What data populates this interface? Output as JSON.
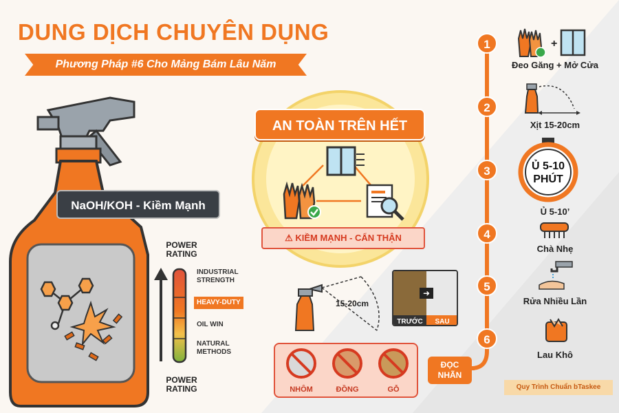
{
  "title": "DUNG DỊCH CHUYÊN DỤNG",
  "subtitle": "Phương Pháp #6 Cho Mảng Bám Lâu Năm",
  "product": {
    "chemical_label": "NaOH/KOH - Kiềm Mạnh",
    "colors": {
      "bottle": "#f07722",
      "label": "#c9c9c9",
      "nozzle": "#9aa3ab"
    }
  },
  "power_rating": {
    "top_title": "POWER RATING",
    "bottom_title": "POWER RATING",
    "levels": [
      "INDUSTRIAL STRENGTH",
      "HEAVY-DUTY",
      "OIL WIN",
      "NATURAL METHODS"
    ],
    "highlighted": "HEAVY-DUTY"
  },
  "safety": {
    "title": "AN TOÀN TRÊN HẾT",
    "warning": "KIỀM MẠNH - CẨN THẬN",
    "icons": [
      "window-icon",
      "gloves-icon",
      "document-search-icon"
    ]
  },
  "spray": {
    "distance_label": "15-20cm"
  },
  "before_after": {
    "before": "TRƯỚC",
    "after": "SAU"
  },
  "materials": {
    "items": [
      "NHÔM",
      "ĐỒNG",
      "GỖ"
    ],
    "tag": "ĐỌC NHÃN"
  },
  "steps": [
    {
      "number": "1",
      "label": "Đeo Găng + Mở Cửa",
      "icon": "gloves-window-icon"
    },
    {
      "number": "2",
      "label": "Xịt 15-20cm",
      "icon": "spray-icon"
    },
    {
      "number": "3",
      "label": "Ủ 5-10’",
      "icon": "timer-icon",
      "timer_text": "Ủ 5-10 PHÚT"
    },
    {
      "number": "4",
      "label": "Chà Nhẹ",
      "icon": "brush-icon"
    },
    {
      "number": "5",
      "label": "Rửa Nhiều Lần",
      "icon": "faucet-icon"
    },
    {
      "number": "6",
      "label": "Lau Khô",
      "icon": "cloth-icon"
    }
  ],
  "footer": "Quy Trình Chuẩn bTaskee",
  "accent": "#f07722",
  "warning_color": "#e0533b"
}
